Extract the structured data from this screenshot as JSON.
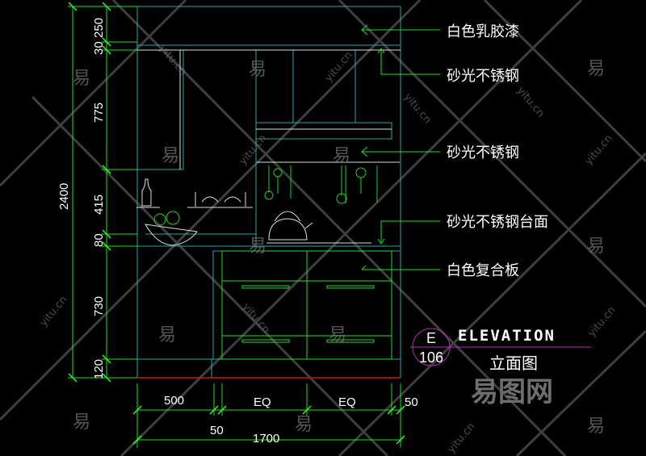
{
  "dimensions": {
    "vertical_total": "2400",
    "vertical": [
      "250",
      "30",
      "775",
      "415",
      "80",
      "730",
      "120"
    ],
    "horizontal": [
      "500",
      "EQ",
      "EQ",
      "50"
    ],
    "horizontal_sub": "50",
    "horizontal_total": "1700"
  },
  "labels": [
    "白色乳胶漆",
    "砂光不锈钢",
    "砂光不锈钢",
    "砂光不锈钢台面",
    "白色复合板"
  ],
  "title_block": {
    "view_letter": "E",
    "sheet_number": "106",
    "title_en": "ELEVATION",
    "title_cn": "立面图"
  },
  "watermark": {
    "logo": "易图网",
    "glyph": "易",
    "site": "yitu.cn"
  },
  "colors": {
    "frame": "#2aa6a0",
    "green": "#22dd22",
    "white": "#e8e8e8",
    "red": "#c01818",
    "magenta": "#b030b0"
  }
}
